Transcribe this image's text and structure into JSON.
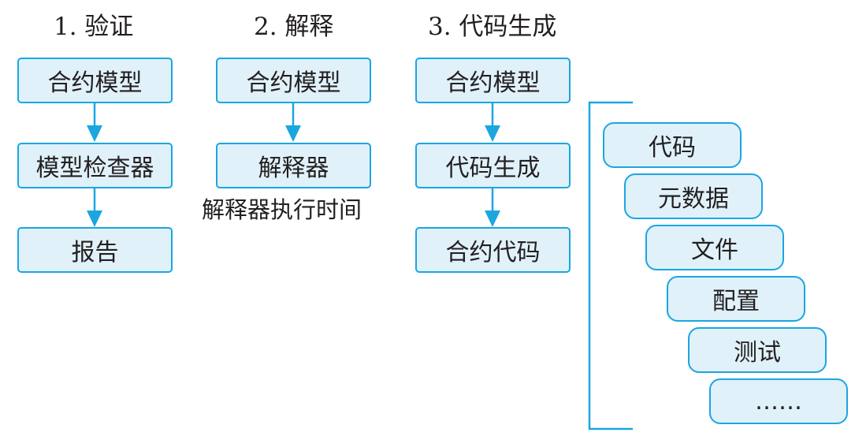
{
  "columns": [
    {
      "heading": "1. 验证",
      "boxes": [
        "合约模型",
        "模型检查器",
        "报告"
      ]
    },
    {
      "heading": "2. 解释",
      "boxes": [
        "合约模型",
        "解释器"
      ],
      "note": "解释器执行时间"
    },
    {
      "heading": "3. 代码生成",
      "boxes": [
        "合约模型",
        "代码生成",
        "合约代码"
      ]
    }
  ],
  "outputs": [
    "代码",
    "元数据",
    "文件",
    "配置",
    "测试",
    "……"
  ],
  "colors": {
    "box_fill": "#e0f1fa",
    "box_border": "#1ba6e0",
    "arrow": "#1ba6e0",
    "text": "#231f20"
  }
}
